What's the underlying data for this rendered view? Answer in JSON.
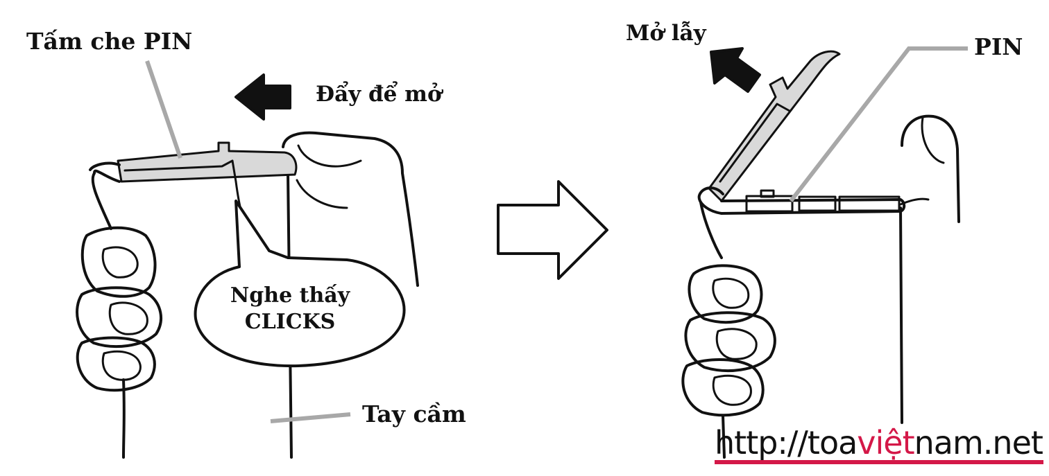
{
  "labels": {
    "battery_cover": "Tấm che PIN",
    "push_to_open": "Đẩy để mở",
    "hear_click_line1": "Nghe thấy",
    "hear_click_line2": "CLICKS",
    "handle": "Tay cầm",
    "lift_open": "Mở lẫy",
    "battery": "PIN"
  },
  "watermark": {
    "text_prefix": "http://toa",
    "text_accent": "việt",
    "text_suffix": "nam.net",
    "accent_color": "#d41848"
  },
  "colors": {
    "line": "#111111",
    "cover_fill": "#d9d9d9",
    "leader": "#a8a8a8"
  }
}
